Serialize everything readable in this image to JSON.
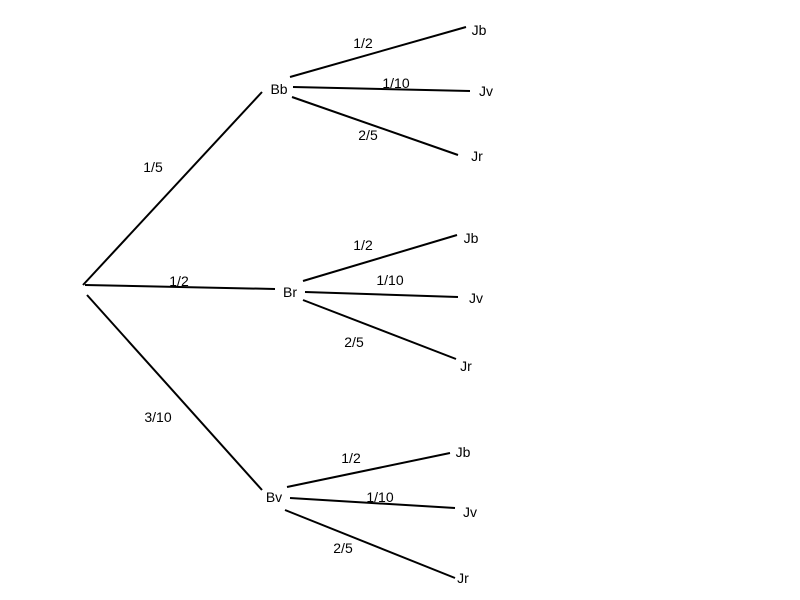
{
  "tree": {
    "level1": [
      {
        "node": "Bb",
        "prob": "1/5"
      },
      {
        "node": "Br",
        "prob": "1/2"
      },
      {
        "node": "Bv",
        "prob": "3/10"
      }
    ],
    "level2": [
      [
        {
          "node": "Jb",
          "prob": "1/2"
        },
        {
          "node": "Jv",
          "prob": "1/10"
        },
        {
          "node": "Jr",
          "prob": "2/5"
        }
      ],
      [
        {
          "node": "Jb",
          "prob": "1/2"
        },
        {
          "node": "Jv",
          "prob": "1/10"
        },
        {
          "node": "Jr",
          "prob": "2/5"
        }
      ],
      [
        {
          "node": "Jb",
          "prob": "1/2"
        },
        {
          "node": "Jv",
          "prob": "1/10"
        },
        {
          "node": "Jr",
          "prob": "2/5"
        }
      ]
    ]
  }
}
